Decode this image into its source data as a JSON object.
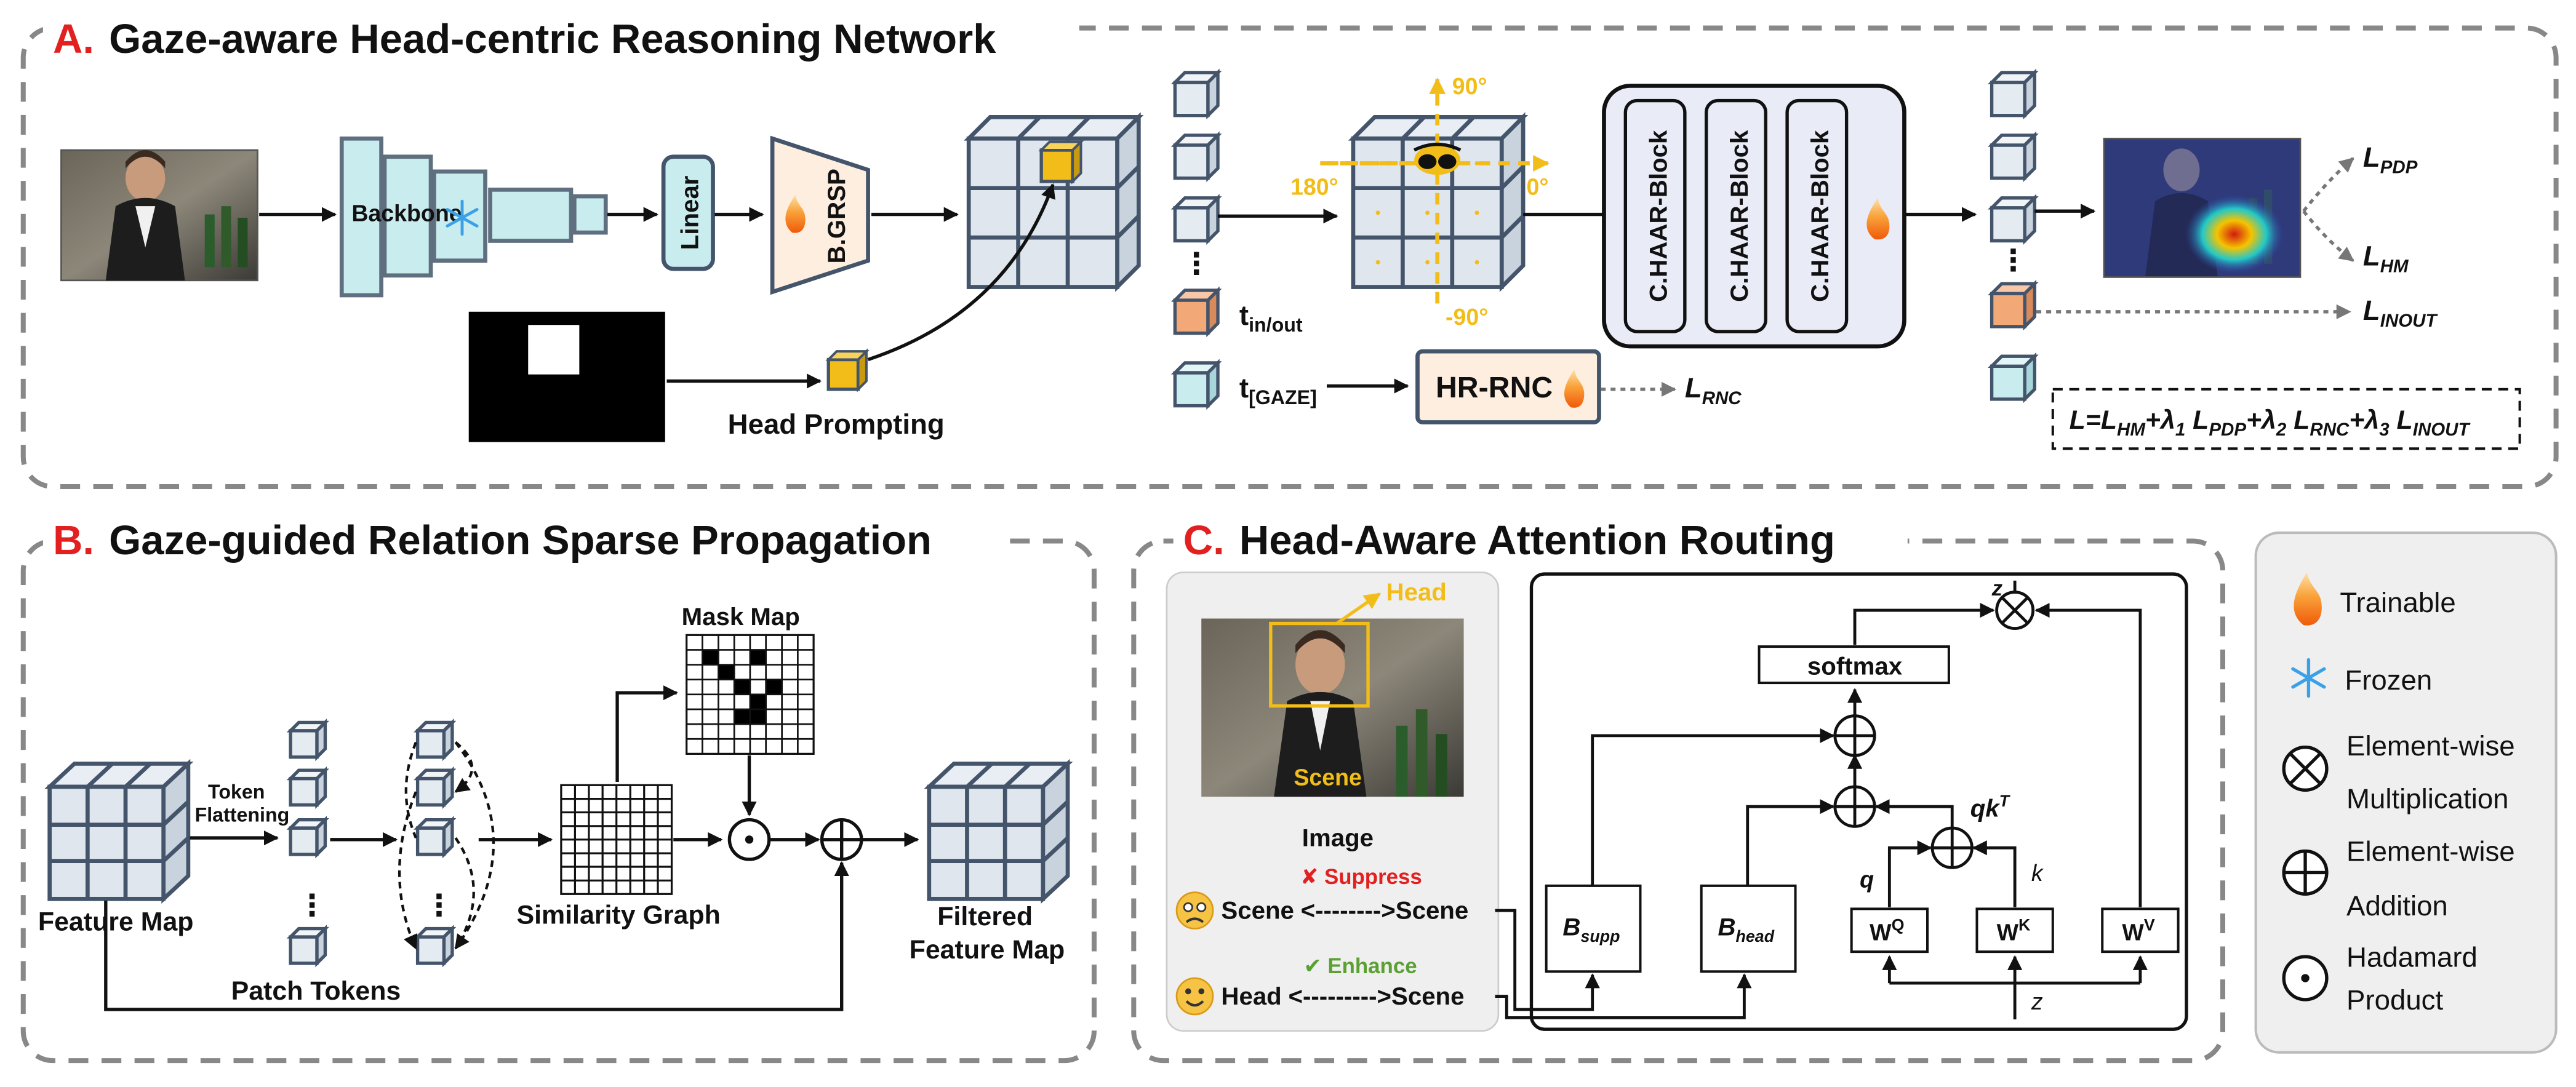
{
  "section_a": {
    "letter": "A.",
    "title": "Gaze-aware Head-centric Reasoning Network",
    "backbone": "Backbone",
    "linear": "Linear",
    "bgrsp": "B.GRSP",
    "head_prompting": "Head Prompting",
    "angle_90": "90°",
    "angle_180": "180°",
    "angle_0": "0°",
    "angle_neg90": "-90°",
    "t_inout_main": "t",
    "t_inout_sub": "in/out",
    "t_gaze_main": "t",
    "t_gaze_sub": "[GAZE]",
    "ellipsis": "⋮",
    "haar_block": "C.HAAR-Block",
    "hr_rnc": "HR-RNC",
    "loss_L": "L",
    "sub_pdp": "PDP",
    "sub_hm": "HM",
    "sub_inout": "INOUT",
    "sub_rnc": "RNC",
    "formula": {
      "lead": "L=L",
      "hm": "HM",
      "plus1": "+λ",
      "one": "1",
      "l_pdp": " L",
      "pdp": "PDP",
      "plus2": "+λ",
      "two": "2",
      "l_rnc": " L",
      "rnc": "RNC",
      "plus3": "+λ",
      "three": "3",
      "l_inout": " L",
      "inout": "INOUT"
    }
  },
  "section_b": {
    "letter": "B.",
    "title": "Gaze-guided Relation Sparse Propagation",
    "token_flattening_1": "Token",
    "token_flattening_2": "Flattening",
    "feature_map": "Feature Map",
    "patch_tokens": "Patch Tokens",
    "similarity_graph": "Similarity Graph",
    "mask_map": "Mask Map",
    "filtered_1": "Filtered",
    "filtered_2": "Feature Map",
    "ellipsis": "⋮"
  },
  "section_c": {
    "letter": "C.",
    "title": "Head-Aware Attention Routing",
    "head_label": "Head",
    "scene_label": "Scene",
    "image_caption": "Image",
    "suppress": "✘ Suppress",
    "enhance": "✔ Enhance",
    "row1_left": "Scene",
    "row1_arrow": "<-------->",
    "row1_right": "Scene",
    "row2_left": "Head",
    "row2_arrow": "<--------->",
    "row2_right": "Scene",
    "softmax": "softmax",
    "z": "z",
    "qkT_main": "qk",
    "qkT_sup": "T",
    "q": "q",
    "k": "k",
    "B": "B",
    "supp": "supp",
    "head": "head",
    "W": "W",
    "Q": "Q",
    "K": "K",
    "V": "V"
  },
  "legend": {
    "trainable": "Trainable",
    "frozen": "Frozen",
    "mult_1": "Element-wise",
    "mult_2": "Multiplication",
    "add_1": "Element-wise",
    "add_2": "Addition",
    "hadamard_1": "Hadamard",
    "hadamard_2": "Product"
  },
  "colors": {
    "red_letter": "#e32020",
    "box_dash": "#888888",
    "cube_face": "#e4ebf1",
    "cube_stroke": "#44546a",
    "grid_face": "#dfe6ee",
    "teal": "#c9ecef",
    "orange": "#f3a878",
    "yellow": "#f2bd18",
    "haar_bg": "#e9ebf7",
    "hr_bg": "#fdeee0",
    "green": "#5aa032"
  }
}
